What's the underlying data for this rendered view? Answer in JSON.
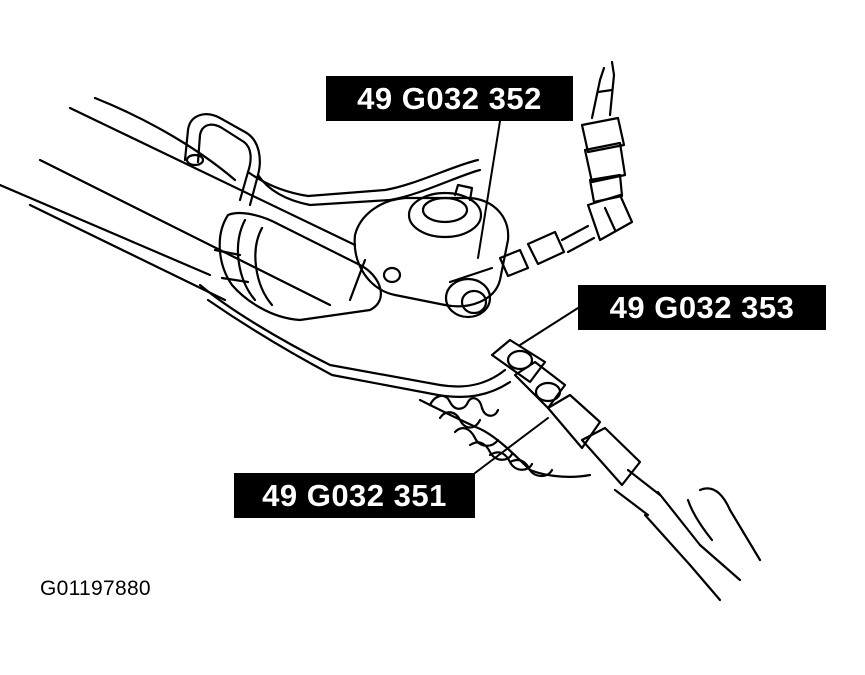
{
  "callouts": {
    "tool_352": "49 G032 352",
    "tool_353": "49 G032 353",
    "tool_351": "49 G032 351"
  },
  "figure_id": "G01197880",
  "colors": {
    "ink": "#000000",
    "paper": "#ffffff",
    "label_bg": "#000000",
    "label_text": "#ffffff"
  }
}
